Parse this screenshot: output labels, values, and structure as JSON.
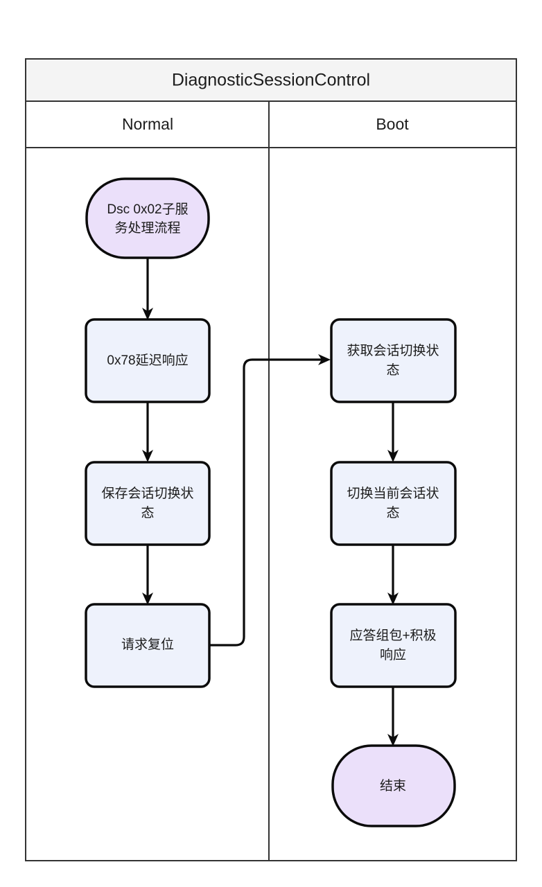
{
  "diagram": {
    "title": "DiagnosticSessionControl",
    "columns": [
      {
        "id": "normal",
        "label": "Normal"
      },
      {
        "id": "boot",
        "label": "Boot"
      }
    ],
    "colors": {
      "terminal_fill": "#ebe0fa",
      "process_fill": "#eef2fc",
      "node_stroke": "#0b0b0b",
      "frame_stroke": "#333333",
      "header_fill": "#f4f4f4",
      "text": "#1c1c1c"
    },
    "nodes": [
      {
        "id": "start",
        "column": "normal",
        "shape": "stadium",
        "lines": [
          "Dsc 0x02子服",
          "务处理流程"
        ]
      },
      {
        "id": "delay-response",
        "column": "normal",
        "shape": "rounded-rect",
        "lines": [
          "0x78延迟响应"
        ]
      },
      {
        "id": "save-session-state",
        "column": "normal",
        "shape": "rounded-rect",
        "lines": [
          "保存会话切换状",
          "态"
        ]
      },
      {
        "id": "request-reset",
        "column": "normal",
        "shape": "rounded-rect",
        "lines": [
          "请求复位"
        ]
      },
      {
        "id": "get-session-state",
        "column": "boot",
        "shape": "rounded-rect",
        "lines": [
          "获取会话切换状",
          "态"
        ]
      },
      {
        "id": "switch-session-state",
        "column": "boot",
        "shape": "rounded-rect",
        "lines": [
          "切换当前会话状",
          "态"
        ]
      },
      {
        "id": "response-assemble",
        "column": "boot",
        "shape": "rounded-rect",
        "lines": [
          "应答组包+积极",
          "响应"
        ]
      },
      {
        "id": "end",
        "column": "boot",
        "shape": "stadium",
        "lines": [
          "结束"
        ]
      }
    ],
    "edges": [
      {
        "id": "start-to-delay",
        "from": "start",
        "to": "delay-response",
        "kind": "vertical-arrow"
      },
      {
        "id": "delay-to-save",
        "from": "delay-response",
        "to": "save-session-state",
        "kind": "vertical-arrow"
      },
      {
        "id": "save-to-reset",
        "from": "save-session-state",
        "to": "request-reset",
        "kind": "vertical-arrow"
      },
      {
        "id": "reset-to-get",
        "from": "request-reset",
        "to": "get-session-state",
        "kind": "elbow-arrow"
      },
      {
        "id": "get-to-switch",
        "from": "get-session-state",
        "to": "switch-session-state",
        "kind": "vertical-arrow"
      },
      {
        "id": "switch-to-response",
        "from": "switch-session-state",
        "to": "response-assemble",
        "kind": "vertical-arrow"
      },
      {
        "id": "response-to-end",
        "from": "response-assemble",
        "to": "end",
        "kind": "vertical-arrow"
      }
    ]
  }
}
